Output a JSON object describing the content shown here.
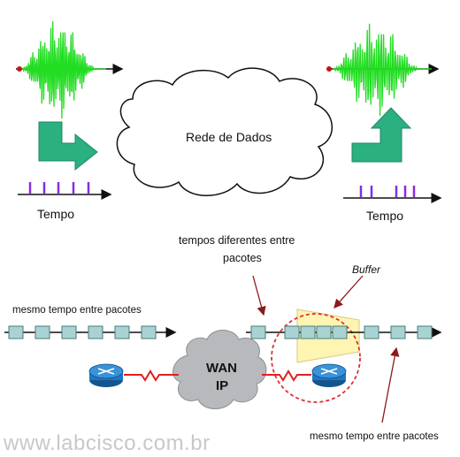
{
  "top": {
    "cloud_label": "Rede de Dados",
    "left_time_label": "Tempo",
    "right_time_label": "Tempo"
  },
  "bottom": {
    "varying_label_line1": "tempos diferentes entre",
    "varying_label_line2": "pacotes",
    "buffer_label": "Buffer",
    "same_timing_left": "mesmo tempo entre pacotes",
    "same_timing_right": "mesmo tempo entre pacotes",
    "wan_line1": "WAN",
    "wan_line2": "IP"
  },
  "watermark": "www.labcisco.com.br",
  "colors": {
    "wave": "#22dd22",
    "pulse": "#8a2be2",
    "arrow_fill": "#2bb07f",
    "packet": "#a9d3d2",
    "router": "#1d77c4",
    "wan_cloud": "#b7b9bc",
    "buffer": "#fff5b3",
    "dashed_circle": "#e03030",
    "link": "#e02020"
  }
}
